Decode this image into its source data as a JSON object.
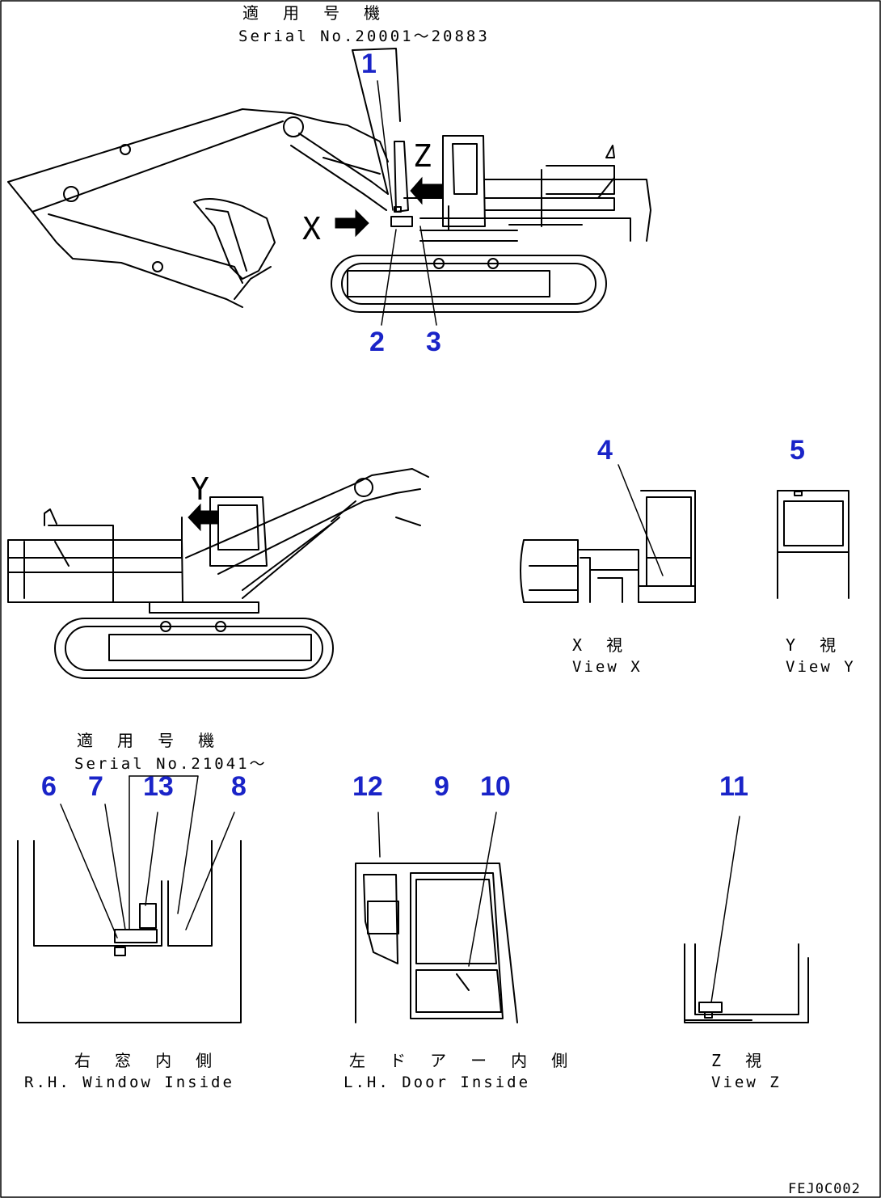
{
  "header": {
    "applicable_label_1": "適 用 号 機",
    "serial_1": "Serial No.20001～20883",
    "applicable_label_2": "適 用 号 機",
    "serial_2": "Serial No.21041～"
  },
  "view_markers": {
    "x": "X",
    "y": "Y",
    "z": "Z"
  },
  "callouts": {
    "c1": "1",
    "c2": "2",
    "c3": "3",
    "c4": "4",
    "c5": "5",
    "c6": "6",
    "c7": "7",
    "c8": "8",
    "c9": "9",
    "c10": "10",
    "c11": "11",
    "c12": "12",
    "c13": "13"
  },
  "view_labels": {
    "view_x_jp": "X 視",
    "view_x_en": "View X",
    "view_y_jp": "Y 視",
    "view_y_en": "View Y",
    "view_z_jp": "Z 視",
    "view_z_en": "View Z",
    "rh_window_jp": "右 窓 内 側",
    "rh_window_en": "R.H. Window Inside",
    "lh_door_jp": "左 ド ア ー 内 側",
    "lh_door_en": "L.H. Door Inside"
  },
  "drawing_code": "FEJ0C002",
  "colors": {
    "callout": "#1a24c8",
    "line": "#000000"
  }
}
